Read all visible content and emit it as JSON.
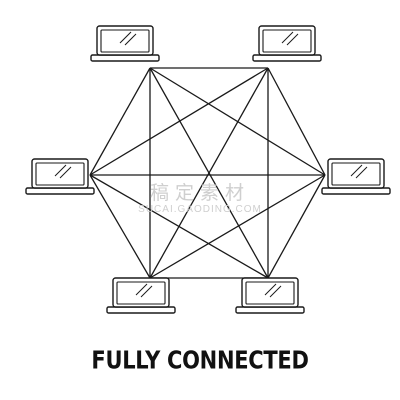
{
  "diagram": {
    "title": "FULLY CONNECTED",
    "topology": "fully-connected-mesh",
    "stroke_color": "#1a1a1a",
    "nodes": [
      {
        "id": "laptop-top-left"
      },
      {
        "id": "laptop-top-right"
      },
      {
        "id": "laptop-right"
      },
      {
        "id": "laptop-bottom-right"
      },
      {
        "id": "laptop-bottom-left"
      },
      {
        "id": "laptop-left"
      }
    ]
  },
  "watermark": {
    "text_cn": "稿定素材",
    "text_en": "SUCAI.GAODING.COM"
  }
}
